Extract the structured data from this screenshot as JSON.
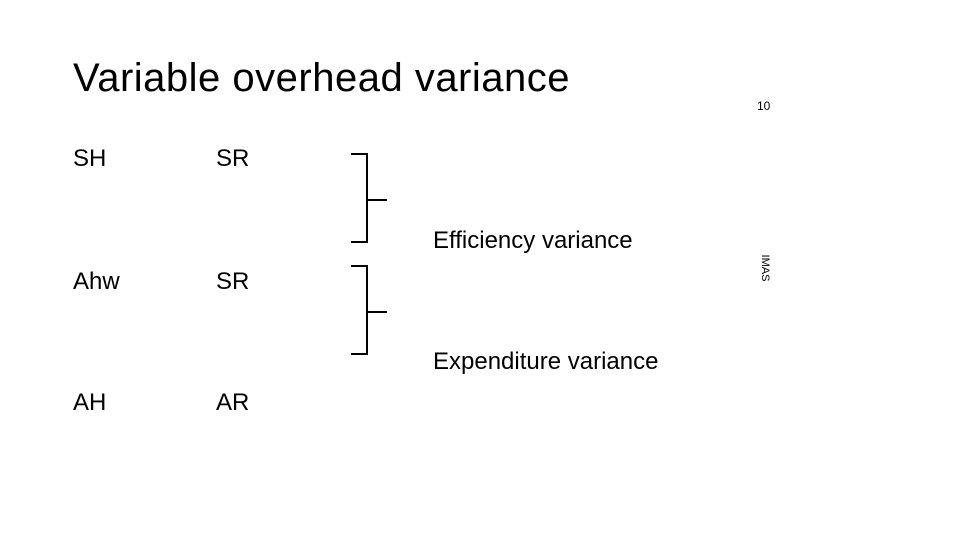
{
  "slide": {
    "title": "Variable overhead variance",
    "slide_number": "10",
    "side_label": "IMAS"
  },
  "rows": [
    {
      "hours": "SH",
      "rate": "SR"
    },
    {
      "hours": "Ahw",
      "rate": "SR"
    },
    {
      "hours": "AH",
      "rate": "AR"
    }
  ],
  "variances": [
    {
      "label": "Efficiency variance"
    },
    {
      "label": "Expenditure variance"
    }
  ]
}
